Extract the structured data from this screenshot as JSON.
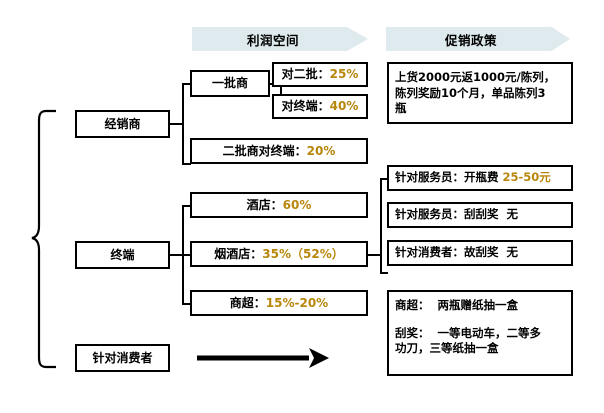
{
  "banners": {
    "profit": "利润空间",
    "promotion": "促销政策"
  },
  "colors": {
    "banner_fill": "#dfeaee",
    "number_accent": "#b8860b",
    "border": "#000000",
    "background": "#ffffff"
  },
  "left_column": {
    "distributor": "经销商",
    "terminal": "终端",
    "consumer": "针对消费者"
  },
  "profit_column": {
    "first_tier": "一批商",
    "first_tier_to_second": "对二批：25%",
    "first_tier_to_second_label": "对二批：",
    "first_tier_to_second_value": "25%",
    "first_tier_to_terminal_label": "对终端：",
    "first_tier_to_terminal_value": "40%",
    "second_tier_to_terminal_label": "二批商对终端：",
    "second_tier_to_terminal_value": "20%",
    "hotel_label": "酒店：",
    "hotel_value": "60%",
    "tobacco_shop_label": "烟酒店：",
    "tobacco_shop_value": "35%（52%）",
    "supermarket_label": "商超：",
    "supermarket_value": "15%-20%"
  },
  "promotion_column": {
    "distributor_policy_line1": "上货2000元返1000元/陈列，",
    "distributor_policy_line2": "陈列奖励10个月，单品陈列3",
    "distributor_policy_line3": "瓶",
    "waiter_opening_fee_label": "针对服务员：开瓶费",
    "waiter_opening_fee_value": "25-50元",
    "waiter_scratch_label": "针对服务员：刮刮奖",
    "waiter_scratch_value": "无",
    "consumer_scratch_label": "针对消费者：故刮奖",
    "consumer_scratch_value": "无",
    "supermarket_gift_label": "商超：",
    "supermarket_gift_value": "两瓶赠纸抽一盒",
    "scratch_prize_label": "刮奖：",
    "scratch_prize_line1": "一等电动车，二等多",
    "scratch_prize_line2": "功刀，三等纸抽一盒"
  },
  "icons": {
    "consumer_arrow": "right-arrow-icon",
    "profit_banner_arrow": "banner-arrow-icon",
    "promotion_banner_arrow": "banner-arrow-icon"
  }
}
